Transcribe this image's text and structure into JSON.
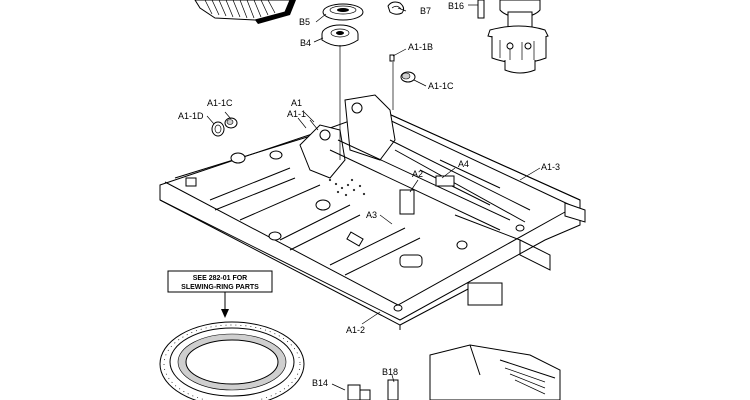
{
  "labels": {
    "b5": "B5",
    "b4": "B4",
    "b7": "B7",
    "b16": "B16",
    "a1_1b": "A1-1B",
    "a1_1c_right": "A1-1C",
    "a1_1c_left": "A1-1C",
    "a1_1d": "A1-1D",
    "a1": "A1",
    "a1_1": "A1-1",
    "a1_3": "A1-3",
    "a4": "A4",
    "a2": "A2",
    "a3": "A3",
    "a1_2": "A1-2",
    "b14": "B14",
    "b18": "B18"
  },
  "note": {
    "line1": "SEE 282-01 FOR",
    "line2": "SLEWING-RING PARTS"
  }
}
